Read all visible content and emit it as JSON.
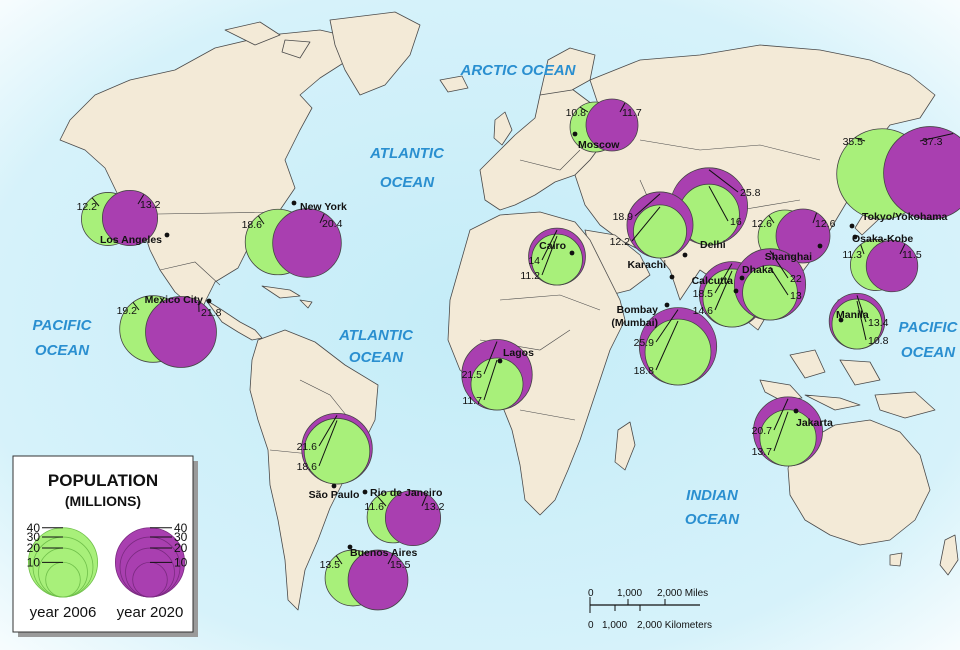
{
  "colors": {
    "ocean": "#cdeef8",
    "land": "#f3ead7",
    "border": "#4a4a4a",
    "year_2006": "#a8f07a",
    "year_2020": "#a93fb0",
    "ocean_text": "#2a8fd0"
  },
  "oceans": [
    {
      "id": "arctic",
      "lines": [
        "ARCTIC OCEAN"
      ]
    },
    {
      "id": "atlantic-north",
      "lines": [
        "ATLANTIC",
        "OCEAN"
      ]
    },
    {
      "id": "atlantic-south",
      "lines": [
        "ATLANTIC",
        "OCEAN"
      ]
    },
    {
      "id": "pacific-east",
      "lines": [
        "PACIFIC",
        "OCEAN"
      ]
    },
    {
      "id": "pacific-west",
      "lines": [
        "PACIFIC",
        "OCEAN"
      ]
    },
    {
      "id": "indian",
      "lines": [
        "INDIAN",
        "OCEAN"
      ]
    }
  ],
  "cities": [
    {
      "id": "moscow",
      "name": "Moscow",
      "pop_2006": 10.8,
      "pop_2020": 11.7,
      "layout": "pair"
    },
    {
      "id": "tokyo",
      "name": "Tokyo/Yokohama",
      "pop_2006": 35.5,
      "pop_2020": 37.3,
      "layout": "pair"
    },
    {
      "id": "los-angeles",
      "name": "Los Angeles",
      "pop_2006": 12.2,
      "pop_2020": 13.2,
      "layout": "pair"
    },
    {
      "id": "new-york",
      "name": "New York",
      "pop_2006": 18.6,
      "pop_2020": 20.4,
      "layout": "pair"
    },
    {
      "id": "mexico-city",
      "name": "Mexico City",
      "pop_2006": 19.2,
      "pop_2020": 21.8,
      "layout": "pair"
    },
    {
      "id": "shanghai",
      "name": "Shanghai",
      "pop_2006": 12.6,
      "pop_2020": 12.6,
      "layout": "pair"
    },
    {
      "id": "osaka-kobe",
      "name": "Osaka-Kobe",
      "pop_2006": 11.3,
      "pop_2020": 11.5,
      "layout": "pair"
    },
    {
      "id": "rio",
      "name": "Rio de Janeiro",
      "pop_2006": 11.6,
      "pop_2020": 13.2,
      "layout": "pair"
    },
    {
      "id": "buenos-aires",
      "name": "Buenos Aires",
      "pop_2006": 13.5,
      "pop_2020": 15.5,
      "layout": "pair"
    },
    {
      "id": "delhi",
      "name": "Delhi",
      "pop_2006": 16,
      "pop_2020": 25.8,
      "layout": "nested"
    },
    {
      "id": "karachi",
      "name": "Karachi",
      "pop_2006": 12.2,
      "pop_2020": 18.9,
      "layout": "nested"
    },
    {
      "id": "cairo",
      "name": "Cairo",
      "pop_2006": 11.2,
      "pop_2020": 14,
      "layout": "nested"
    },
    {
      "id": "calcutta",
      "name": "Calcutta",
      "pop_2006": 14.6,
      "pop_2020": 18.5,
      "layout": "nested"
    },
    {
      "id": "dhaka",
      "name": "Dhaka",
      "pop_2006": 13,
      "pop_2020": 22,
      "layout": "nested"
    },
    {
      "id": "bombay",
      "name": "Bombay\n(Mumbai)",
      "pop_2006": 18.8,
      "pop_2020": 25.9,
      "layout": "nested"
    },
    {
      "id": "manila",
      "name": "Manila",
      "pop_2006": 10.8,
      "pop_2020": 13.4,
      "layout": "nested"
    },
    {
      "id": "lagos",
      "name": "Lagos",
      "pop_2006": 11.7,
      "pop_2020": 21.5,
      "layout": "nested"
    },
    {
      "id": "jakarta",
      "name": "Jakarta",
      "pop_2006": 13.7,
      "pop_2020": 20.7,
      "layout": "nested"
    },
    {
      "id": "sao-paulo",
      "name": "São Paulo",
      "pop_2006": 18.6,
      "pop_2020": 21.6,
      "layout": "nested"
    }
  ],
  "legend": {
    "title": "POPULATION",
    "subtitle": "(MILLIONS)",
    "scale_values": [
      40,
      30,
      20,
      10
    ],
    "label_2006": "year 2006",
    "label_2020": "year 2020"
  },
  "scale_bar": {
    "miles_ticks": [
      "0",
      "1,000",
      "2,000 Miles"
    ],
    "km_ticks": [
      "0",
      "1,000",
      "2,000 Kilometers"
    ]
  }
}
